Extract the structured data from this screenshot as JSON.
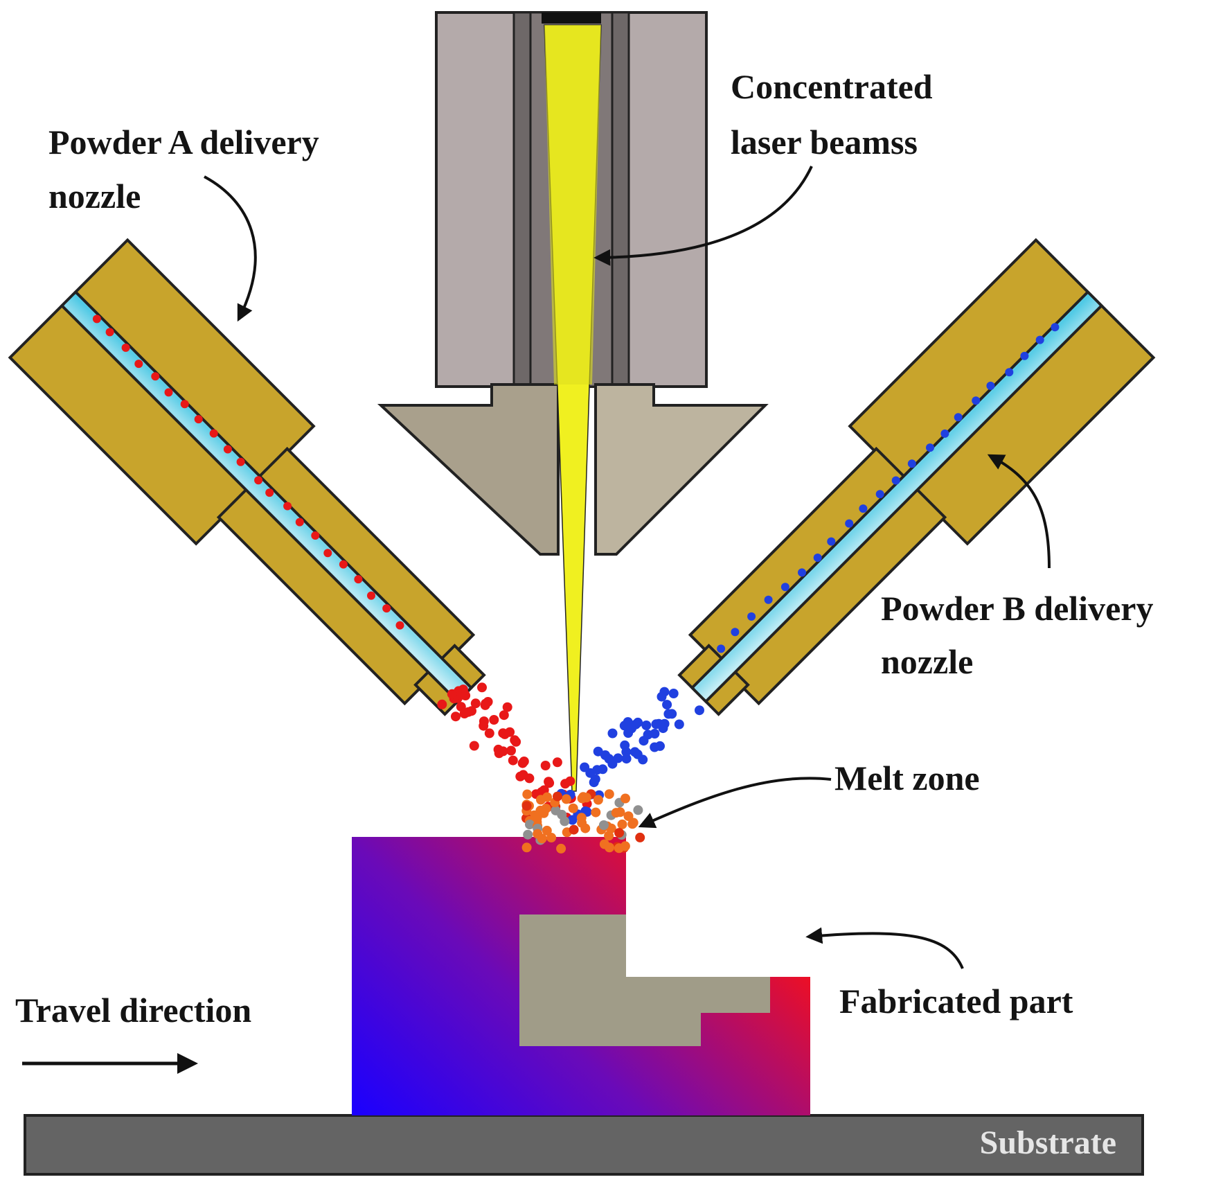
{
  "labels": {
    "powder_a_line1": "Powder A delivery",
    "powder_a_line2": "nozzle",
    "laser_line1": "Concentrated",
    "laser_line2": "laser beamss",
    "powder_b_line1": "Powder B delivery",
    "powder_b_line2": "nozzle",
    "melt_zone": "Melt zone",
    "fabricated_part": "Fabricated part",
    "travel_direction": "Travel direction",
    "substrate": "Substrate"
  },
  "colors": {
    "nozzle_body": "#c8a42c",
    "nozzle_body_dark": "#b8962a",
    "powder_channel": "#5ad0e6",
    "laser_housing_outer": "#b4aaaa",
    "laser_housing_inner": "#6e6868",
    "laser_beam": "#f0f020",
    "cone_left": "#a9a08c",
    "cone_right": "#bdb49f",
    "powder_a": "#e81818",
    "powder_b": "#2040e0",
    "melt_particles": "#f07020",
    "part_gradient_start": "#1a00ff",
    "part_gradient_end": "#ff1010",
    "part_insert": "#a09c88",
    "substrate": "#646464"
  },
  "icons": [
    "arrow-right-icon",
    "curved-arrow-icon"
  ]
}
